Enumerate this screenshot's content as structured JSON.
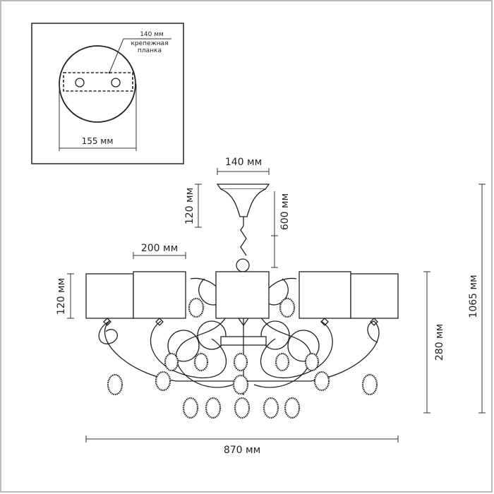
{
  "inset": {
    "plate_width": "140 мм",
    "plate_label_line1": "крепежная",
    "plate_label_line2": "планка",
    "canopy_diameter": "155 мм"
  },
  "dimensions": {
    "canopy_width": "140 мм",
    "canopy_height": "120 мм",
    "chain_length": "600 мм",
    "shade_width": "200 мм",
    "shade_height": "120 мм",
    "body_height": "280 мм",
    "total_height": "1065 мм",
    "total_width": "870 мм"
  }
}
